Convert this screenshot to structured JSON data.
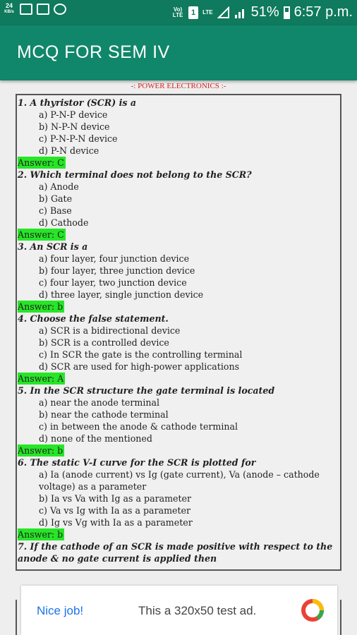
{
  "status_bar": {
    "speed_value": "24",
    "speed_unit": "KB/s",
    "volte": "Vo) LTE",
    "sim": "1",
    "lte": "LTE",
    "battery": "51%",
    "time": "6:57 p.m."
  },
  "app": {
    "title": "MCQ FOR SEM IV"
  },
  "section_title": "-: POWER ELECTRONICS :-",
  "questions": [
    {
      "q": "1. A thyristor (SCR) is a",
      "options": [
        "a) P-N-P device",
        "b) N-P-N device",
        "c) P-N-P-N device",
        "d) P-N device"
      ],
      "answer": "Answer: C"
    },
    {
      "q": "2. Which terminal does not belong to the SCR?",
      "options": [
        "a) Anode",
        "b) Gate",
        "c) Base",
        "d) Cathode"
      ],
      "answer": "Answer: C"
    },
    {
      "q": "3. An SCR is a",
      "options": [
        "a) four layer, four junction device",
        "b) four layer, three junction device",
        "c) four layer, two junction device",
        "d) three layer, single junction device"
      ],
      "answer": "Answer: b"
    },
    {
      "q": "4. Choose the false statement.",
      "options": [
        "a) SCR is a bidirectional device",
        "b) SCR is a controlled device",
        "c) In SCR the gate is the controlling terminal",
        "d) SCR are used for high-power applications"
      ],
      "answer": "Answer: A"
    },
    {
      "q": "5. In the SCR structure the gate terminal is located",
      "options": [
        "a) near the anode terminal",
        "b) near the cathode terminal",
        "c) in between the anode & cathode terminal",
        "d) none of the mentioned"
      ],
      "answer": "Answer: b"
    },
    {
      "q": "6. The static V-I curve for the SCR is plotted for",
      "options": [
        "a) Ia (anode current) vs Ig (gate current), Va (anode – cathode voltage) as a parameter",
        "b) Ia vs Va with Ig as a parameter",
        "c) Va vs Ig with Ia as a parameter",
        "d) Ig vs Vg with Ia as a parameter"
      ],
      "answer": "Answer: b"
    }
  ],
  "question7": "7. If the cathode of an SCR is made positive with respect to the anode & no gate current is applied then",
  "ad": {
    "nice": "Nice job!",
    "text": "This a 320x50 test ad.",
    "logo_icon": "ad-logo-icon"
  }
}
